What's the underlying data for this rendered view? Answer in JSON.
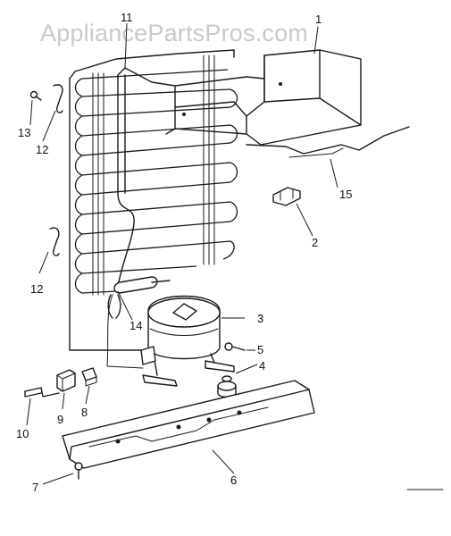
{
  "watermark": "AppliancePartsPros.com",
  "callouts": {
    "c1": "1",
    "c2": "2",
    "c3": "3",
    "c4": "4",
    "c5": "5",
    "c6": "6",
    "c7": "7",
    "c8": "8",
    "c9": "9",
    "c10": "10",
    "c11": "11",
    "c12a": "12",
    "c12b": "12",
    "c13": "13",
    "c14": "14",
    "c15": "15"
  }
}
